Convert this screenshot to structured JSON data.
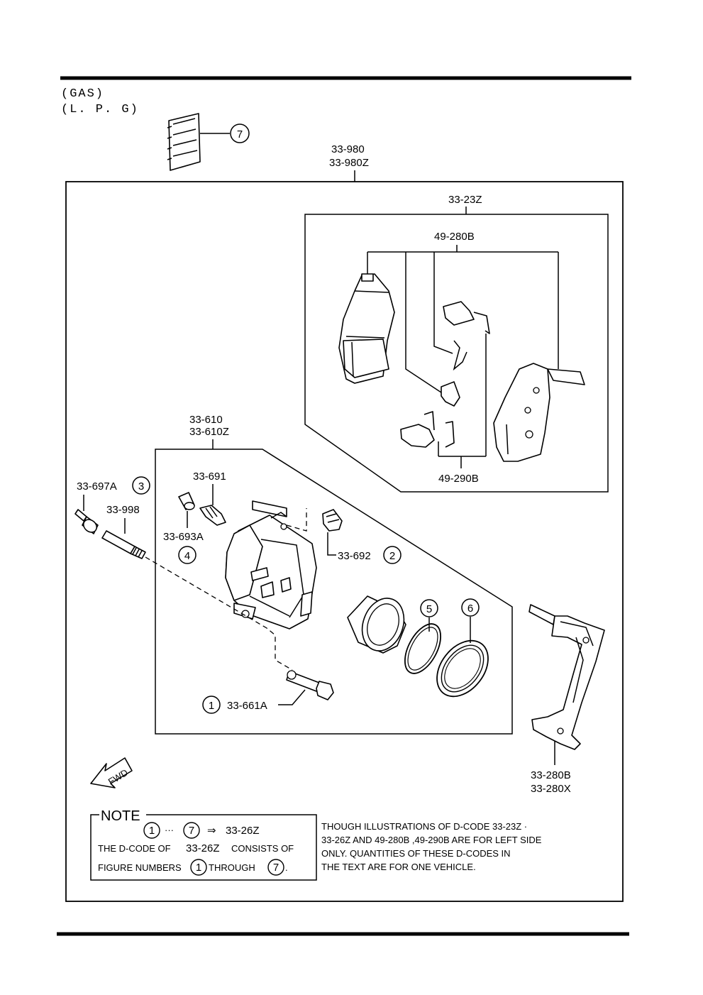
{
  "header": {
    "line1": "(GAS)",
    "line2": "(L. P. G)"
  },
  "assembly": {
    "code1": "33-980",
    "code2": "33-980Z"
  },
  "pad_kit": {
    "code": "33-23Z",
    "pads_code": "49-280B",
    "shims_code": "49-290B"
  },
  "caliper": {
    "code1": "33-610",
    "code2": "33-610Z"
  },
  "parts": {
    "guide_pin": "33-697A",
    "guide_pin_ref": "3",
    "bolt": "33-998",
    "bleeder": "33-691",
    "bleeder_cap": "33-693A",
    "bleeder_cap_ref": "4",
    "boot": "33-692",
    "boot_ref": "2",
    "lock_pin": "33-661A",
    "lock_pin_ref": "1",
    "piston_seal_ref": "5",
    "dust_seal_ref": "6",
    "shim_ref": "7",
    "bracket1": "33-280B",
    "bracket2": "33-280X"
  },
  "fwd": {
    "label": "FWD"
  },
  "note": {
    "title": "NOTE",
    "ref_from": "1",
    "ellipsis": "···",
    "ref_to": "7",
    "arrow": "⇒",
    "kit_code": "33-26Z",
    "line2_pre": "THE D-CODE OF",
    "line2_code": "33-26Z",
    "line2_post": "CONSISTS OF",
    "line3_pre": "FIGURE NUMBERS",
    "line3_ref1": "1",
    "line3_mid": "THROUGH",
    "line3_ref2": "7",
    "line3_end": "."
  },
  "remark": {
    "line1": "THOUGH ILLUSTRATIONS OF D-CODE 33-23Z ·",
    "line2": "33-26Z AND 49-280B ,49-290B ARE FOR LEFT SIDE",
    "line3": "ONLY. QUANTITIES OF THESE D-CODES IN",
    "line4": "THE TEXT ARE FOR ONE VEHICLE."
  }
}
